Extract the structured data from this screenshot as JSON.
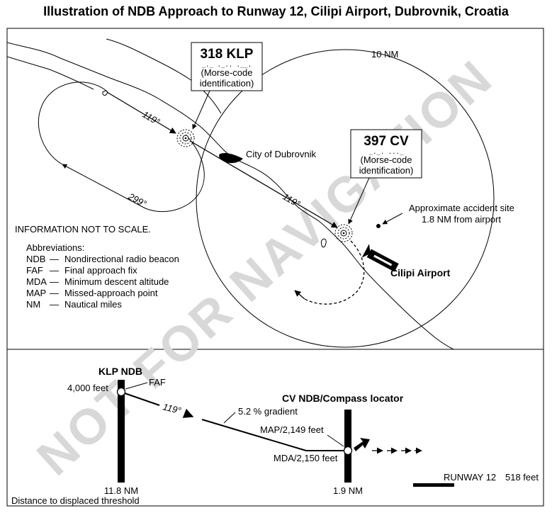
{
  "title": "Illustration of NDB Approach to Runway 12, Cilipi Airport, Dubrovnik, Croatia",
  "watermark": "NOT FOR NAVIGATION",
  "plan_view": {
    "range_ring_label": "10 NM",
    "klp_box": {
      "ident": "318 KLP",
      "morse": "_._  ._..  .__.",
      "caption_1": "(Morse-code",
      "caption_2": "identification)"
    },
    "cv_box": {
      "ident": "397 CV",
      "morse": "_._.  ..._",
      "caption_1": "(Morse-code",
      "caption_2": "identification)"
    },
    "city_label": "City of Dubrovnik",
    "course_inbound_1": "119°",
    "course_inbound_2": "119°",
    "course_outbound": "299°",
    "accident_label_1": "Approximate accident site",
    "accident_label_2": "1.8 NM from airport",
    "airport_label": "Cilipi Airport",
    "scale_note": "INFORMATION NOT TO SCALE.",
    "abbreviations_title": "Abbreviations:",
    "abbreviations": [
      {
        "abbr": "NDB",
        "dash": "—",
        "meaning": "Nondirectional radio beacon"
      },
      {
        "abbr": "FAF",
        "dash": "—",
        "meaning": "Final approach fix"
      },
      {
        "abbr": "MDA",
        "dash": "—",
        "meaning": "Minimum descent altitude"
      },
      {
        "abbr": "MAP",
        "dash": "—",
        "meaning": "Missed-approach point"
      },
      {
        "abbr": "NM",
        "dash": "—",
        "meaning": "Nautical miles"
      }
    ]
  },
  "profile_view": {
    "klp_label": "KLP NDB",
    "klp_altitude": "4,000 feet",
    "faf_label": "FAF",
    "course": "119°",
    "gradient": "5.2 % gradient",
    "cv_label": "CV NDB/Compass locator",
    "map_label": "MAP/2,149 feet",
    "mda_label": "MDA/2,150 feet",
    "klp_distance": "11.8 NM",
    "cv_distance": "1.9 NM",
    "runway_label": "RUNWAY 12",
    "runway_elevation": "518 feet",
    "distance_caption": "Distance to displaced threshold"
  }
}
